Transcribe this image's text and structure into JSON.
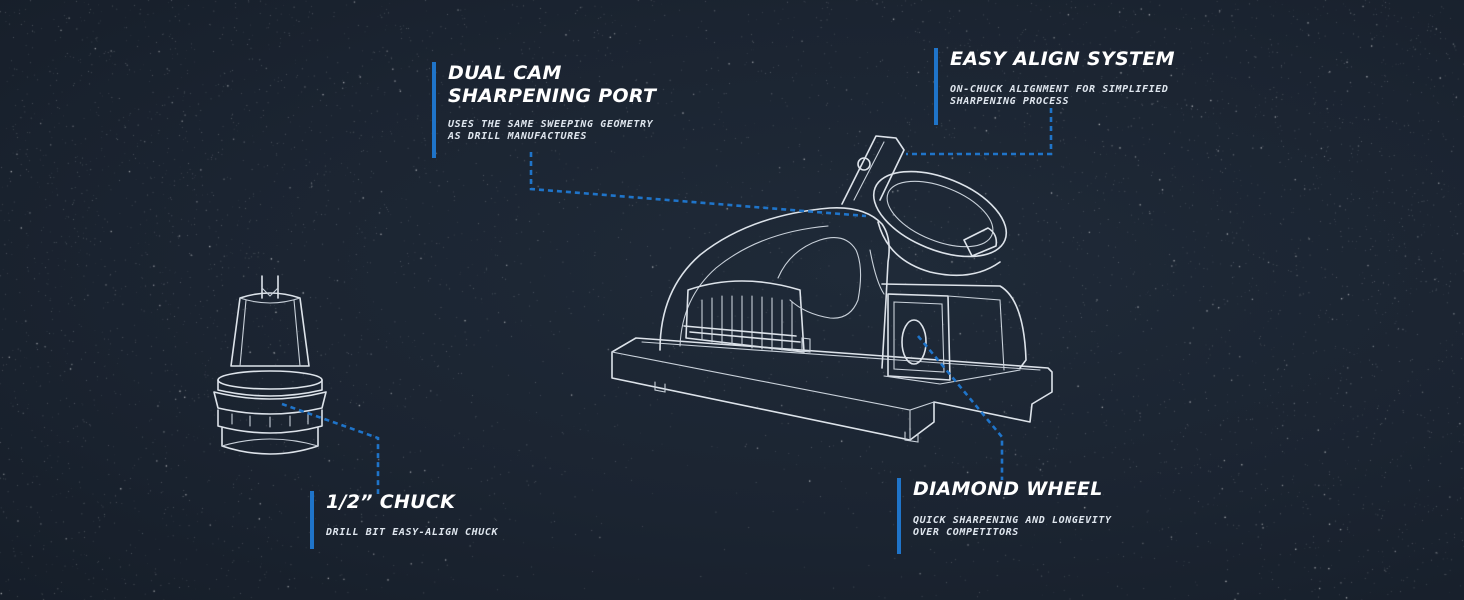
{
  "colors": {
    "background": "#1b2431",
    "accent": "#1f74c9",
    "text": "#ffffff",
    "sketch": "#dde3ea"
  },
  "callouts": {
    "sharpening_port": {
      "title_line1": "DUAL CAM",
      "title_line2": "SHARPENING PORT",
      "desc_line1": "USES THE SAME SWEEPING GEOMETRY",
      "desc_line2": "AS DRILL MANUFACTURES"
    },
    "easy_align": {
      "title": "EASY ALIGN SYSTEM",
      "desc_line1": "ON-CHUCK ALIGNMENT FOR SIMPLIFIED",
      "desc_line2": "SHARPENING PROCESS"
    },
    "chuck": {
      "title": "1/2” CHUCK",
      "desc": "DRILL BIT EASY-ALIGN CHUCK"
    },
    "diamond_wheel": {
      "title": "DIAMOND WHEEL",
      "desc_line1": "QUICK SHARPENING AND LONGEVITY",
      "desc_line2": "OVER COMPETITORS"
    }
  }
}
